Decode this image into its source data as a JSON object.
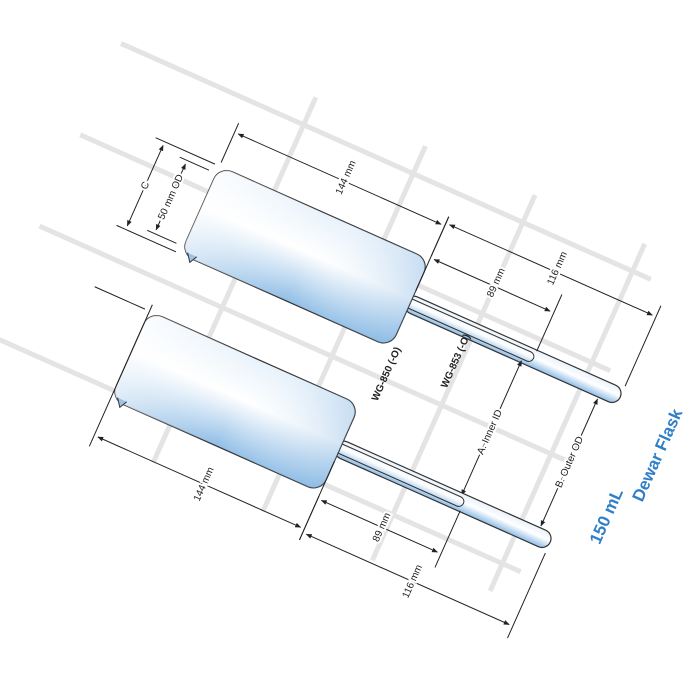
{
  "colors": {
    "glass_light": "#ffffff",
    "glass_blue": "#8fbde6",
    "title_blue": "#2f7fc8",
    "grid": "#e4e4e4",
    "line": "#222222"
  },
  "top_flask": {
    "body_length": "144 mm",
    "tube_length": "116 mm",
    "inner_length": "89 mm",
    "dim_c": "C",
    "dim_od": "50 mm OD",
    "model": "WG-853 (-O)"
  },
  "bottom_flask": {
    "body_length": "144 mm",
    "tube_length": "116 mm",
    "inner_length": "89 mm",
    "model": "WG-850 (-O)"
  },
  "dims": {
    "inner": "A. Inner ID",
    "outer": "B. Outer OD"
  },
  "title": {
    "line1": "150 mL",
    "line2": "Dewar Flask"
  }
}
